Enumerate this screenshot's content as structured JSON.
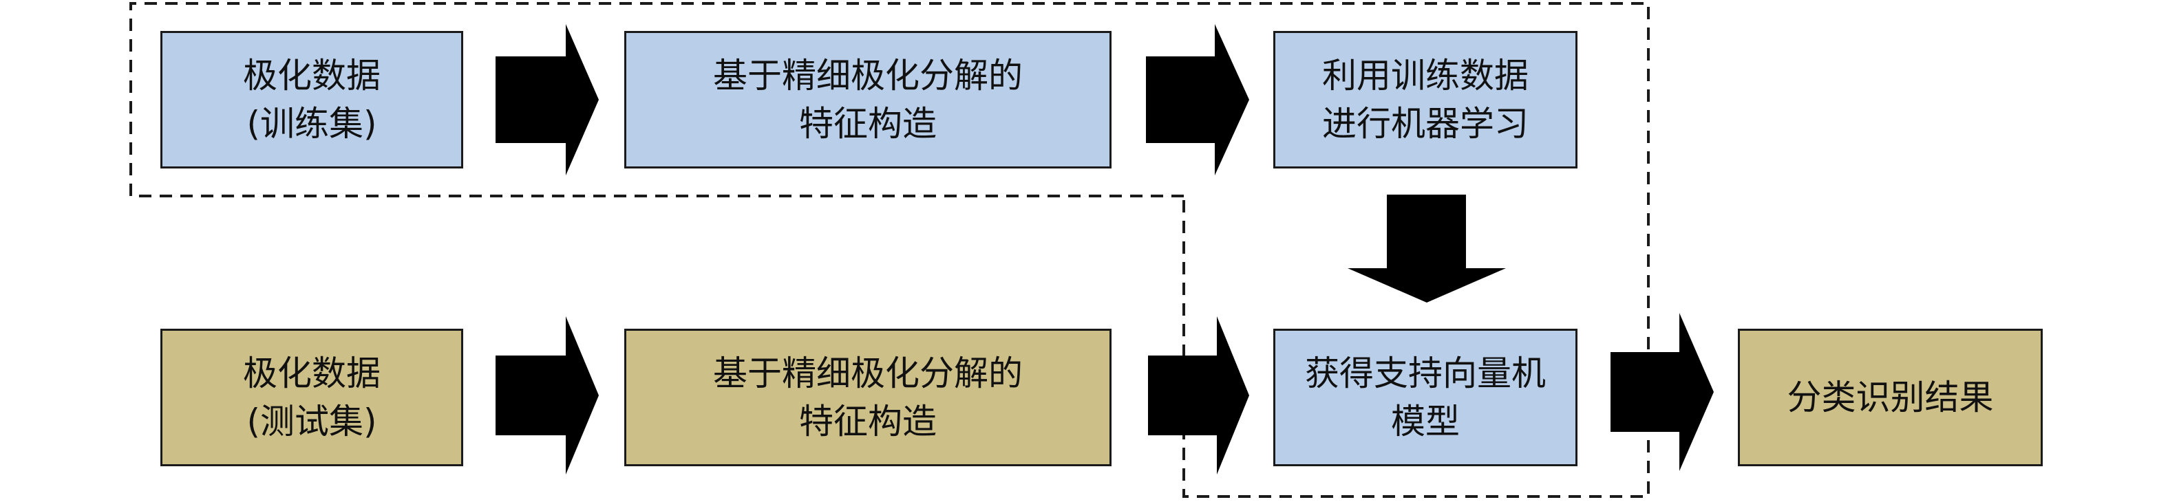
{
  "colors": {
    "training_fill": "#b9cee8",
    "testing_fill": "#cdbf88",
    "border": "#1a1a1a",
    "arrow": "#000000"
  },
  "training_row": {
    "box1": {
      "line1": "极化数据",
      "line2": "(训练集)"
    },
    "box2": {
      "line1": "基于精细极化分解的",
      "line2": "特征构造"
    },
    "box3": {
      "line1": "利用训练数据",
      "line2": "进行机器学习"
    }
  },
  "testing_row": {
    "box1": {
      "line1": "极化数据",
      "line2": "(测试集)"
    },
    "box2": {
      "line1": "基于精细极化分解的",
      "line2": "特征构造"
    },
    "box3": {
      "line1": "获得支持向量机",
      "line2": "模型"
    },
    "box4": {
      "line1": "分类识别结果"
    }
  }
}
